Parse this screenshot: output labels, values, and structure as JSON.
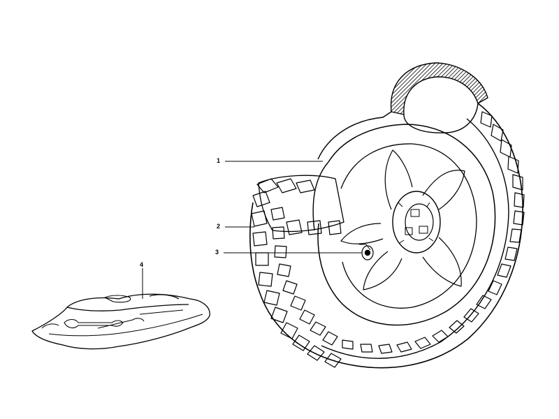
{
  "diagram": {
    "callouts": [
      {
        "id": "1",
        "label": "1",
        "part": "wheel-rim"
      },
      {
        "id": "2",
        "label": "2",
        "part": "tyre"
      },
      {
        "id": "3",
        "label": "3",
        "part": "valve"
      },
      {
        "id": "4",
        "label": "4",
        "part": "tool-kit"
      }
    ],
    "line_color": "#000000",
    "background": "#ffffff"
  }
}
